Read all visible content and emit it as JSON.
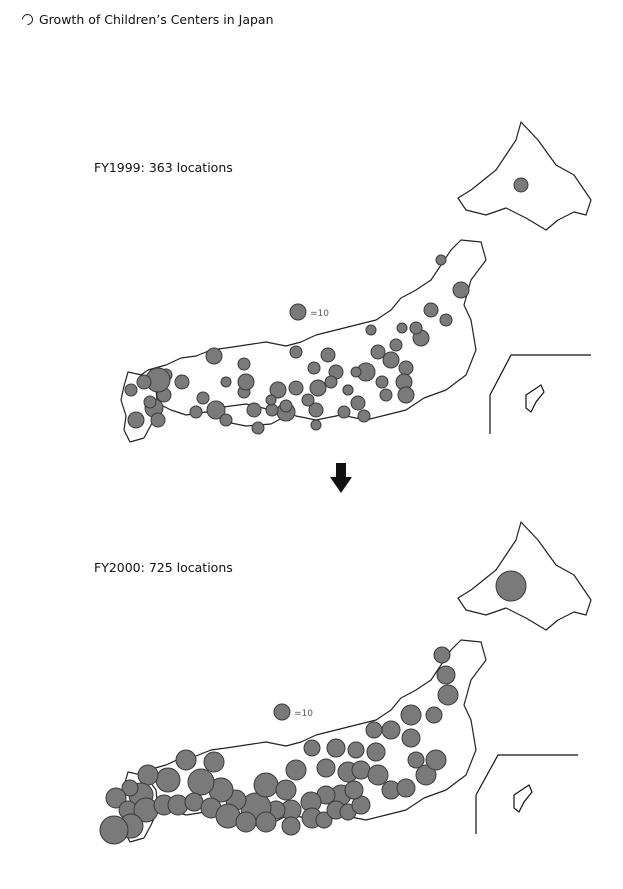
{
  "title": "Growth of Children’s Centers in Japan",
  "legend_unit_label": "=10",
  "colors": {
    "bubble_fill": "#7a7a7a",
    "bubble_stroke": "#3a3a3a",
    "land_stroke": "#222222"
  },
  "icons": {
    "bullet": "open-circle-bullet",
    "arrow": "down-arrow"
  },
  "maps": [
    {
      "label": "FY1999: 363 locations",
      "total": 363
    },
    {
      "label": "FY2000: 725 locations",
      "total": 725
    }
  ]
}
